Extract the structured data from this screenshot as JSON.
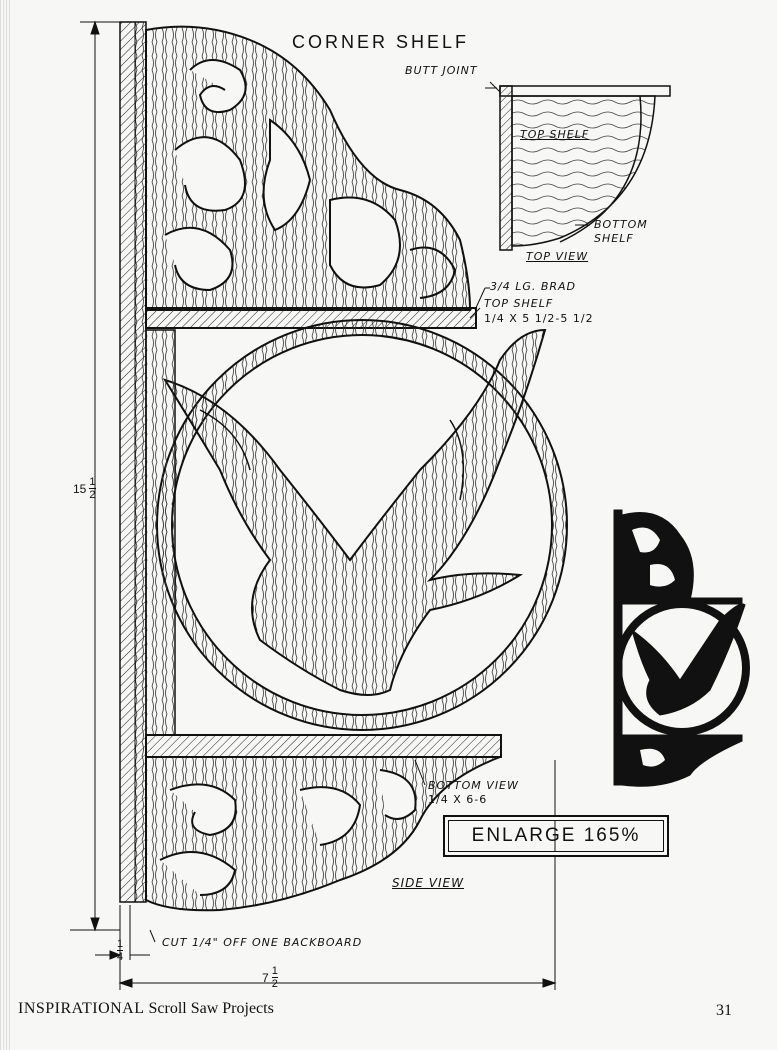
{
  "diagram": {
    "title": "CORNER SHELF",
    "labels": {
      "butt_joint": "BUTT JOINT",
      "top_shelf_top": "TOP SHELF",
      "bottom_shelf": "BOTTOM SHELF",
      "top_view": "TOP VIEW",
      "brad": "3/4 LG. BRAD",
      "top_shelf_side": "TOP SHELF",
      "top_shelf_dims": "1/4 X 5 1/2-5 1/2",
      "bottom_view": "BOTTOM VIEW",
      "bottom_dims": "1/4 X 6-6",
      "side_view": "SIDE VIEW",
      "cut_note": "CUT 1/4\" OFF ONE BACKBOARD"
    },
    "dimensions": {
      "height_whole": "15",
      "height_num": "1",
      "height_den": "2",
      "width_whole": "7",
      "width_num": "1",
      "width_den": "2",
      "thick_num": "1",
      "thick_den": "4"
    },
    "enlarge": "ENLARGE 165%"
  },
  "footer": {
    "book_title_caps": "INSPIRATIONAL",
    "book_title_rest": " Scroll Saw Projects",
    "page_number": "31"
  }
}
